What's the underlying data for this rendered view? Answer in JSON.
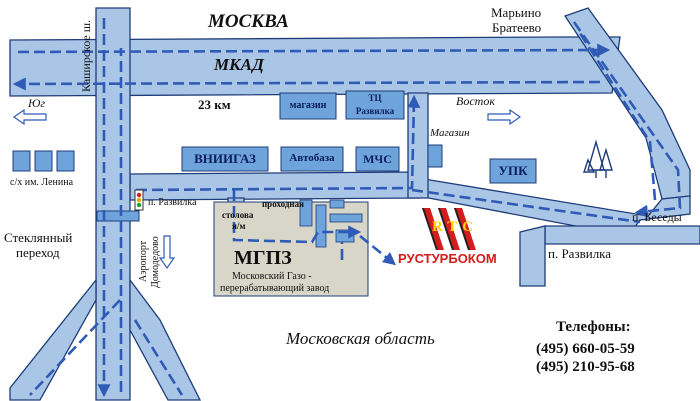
{
  "colors": {
    "road": "#aac6e6",
    "road_edge": "#1e3c78",
    "route": "#2f5bb7",
    "building": "#6ea3dc",
    "plant_area": "#d8d6c8",
    "logo_red": "#d41c1c",
    "text_dark": "#111111"
  },
  "labels": {
    "moskva": "МОСКВА",
    "mkad": "МКАД",
    "km23": "23 км",
    "marino": "Марьино",
    "brateevo": "Братеево",
    "yug": "Юг",
    "vostok": "Восток",
    "kashirskoe": "Каширское ш.",
    "sovkhoz": "с/х им. Ленина",
    "razvilka_small": "п. Развилка",
    "razvilka": "п. Развилка",
    "besedy": "п. Беседы",
    "steklyanny_1": "Стеклянный",
    "steklyanny_2": "переход",
    "airport_1": "Аэропорт",
    "airport_2": "Домодедово",
    "mgpz": "МГПЗ",
    "mgpz_full_1": "Московский Газо -",
    "mgpz_full_2": "перерабатывающий завод",
    "prokhodnaya": "проходная",
    "stolovaya_1": "столова",
    "stolovaya_2": "я/м",
    "region": "Московская область",
    "phones_title": "Телефоны:",
    "phone_1": "(495) 660-05-59",
    "phone_2": "(495) 210-95-68",
    "company": "РУСТУРБОКОМ",
    "logo_letters": "RTC"
  },
  "buildings": {
    "magazin": "магазин",
    "tc_1": "ТЦ",
    "tc_2": "Развилка",
    "vniigaz": "ВНИИГАЗ",
    "avtobaza": "Автобаза",
    "mchs": "МЧС",
    "magazin2": "Магазин",
    "upk": "УПК"
  },
  "icons": [
    "arrow-left-icon",
    "arrow-right-icon",
    "arrow-down-icon",
    "traffic-light-icon",
    "tree-icon",
    "rtc-logo"
  ]
}
